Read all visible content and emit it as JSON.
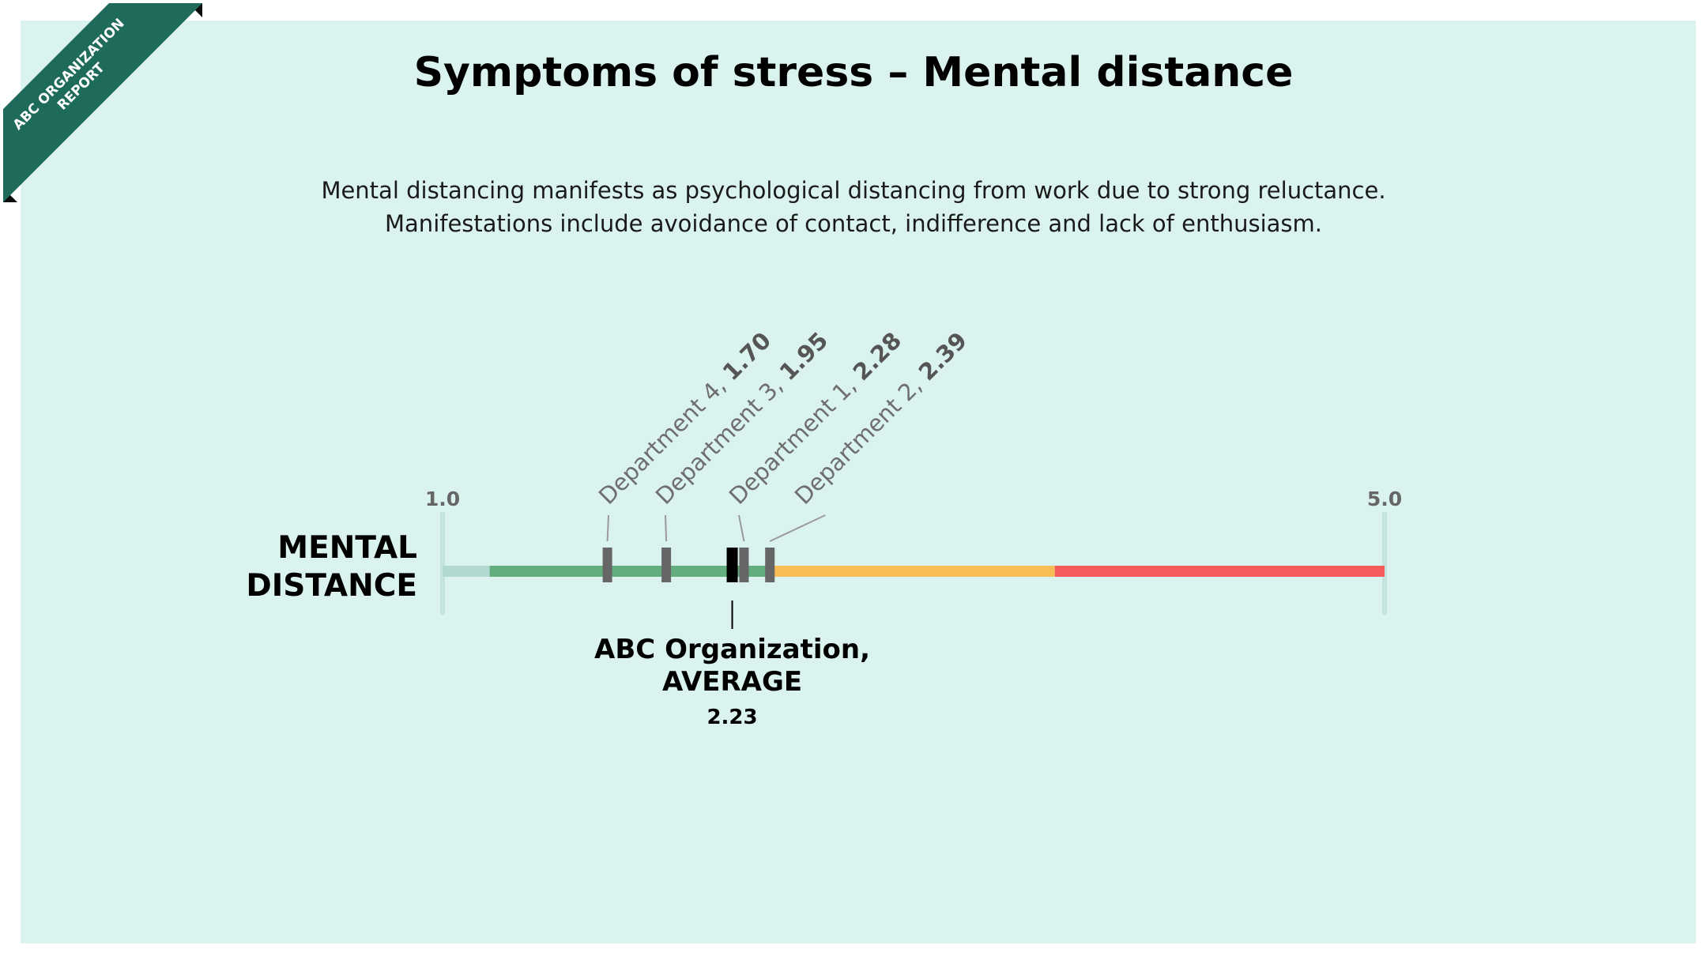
{
  "ribbon": {
    "line1": "ABC ORGANIZATION",
    "line2": "REPORT",
    "color": "#1f6b5b"
  },
  "header": {
    "title": "Symptoms of stress – Mental distance"
  },
  "description": {
    "line1": "Mental distancing manifests as psychological distancing from work due to strong reluctance.",
    "line2": "Manifestations include avoidance of contact, indifference and lack of enthusiasm."
  },
  "chart_data": {
    "type": "scale",
    "title": "Symptoms of stress – Mental distance",
    "row_label_lines": [
      "MENTAL",
      "DISTANCE"
    ],
    "axis": {
      "min": 1.0,
      "max": 5.0,
      "min_label": "1.0",
      "max_label": "5.0"
    },
    "bands": [
      {
        "from": 1.0,
        "to": 1.2,
        "color": "#b2d9cf"
      },
      {
        "from": 1.2,
        "to": 2.4,
        "color": "#63ad7e"
      },
      {
        "from": 2.4,
        "to": 3.6,
        "color": "#f8bd57"
      },
      {
        "from": 3.6,
        "to": 5.0,
        "color": "#f45b5b"
      }
    ],
    "markers": [
      {
        "name": "Department 4",
        "prefix": "Department 4, ",
        "value": 1.7,
        "value_label": "1.70"
      },
      {
        "name": "Department 3",
        "prefix": "Department 3, ",
        "value": 1.95,
        "value_label": "1.95"
      },
      {
        "name": "Department 1",
        "prefix": "Department 1, ",
        "value": 2.28,
        "value_label": "2.28"
      },
      {
        "name": "Department 2",
        "prefix": "Department 2, ",
        "value": 2.39,
        "value_label": "2.39"
      }
    ],
    "average": {
      "name_line1": "ABC Organization,",
      "name_line2": "AVERAGE",
      "value": 2.23,
      "value_label": "2.23"
    },
    "colors": {
      "marker": "#666666",
      "average_marker": "#000000",
      "label_text": "#6e6e6e",
      "axis_tick": "#c3e3dc"
    }
  }
}
